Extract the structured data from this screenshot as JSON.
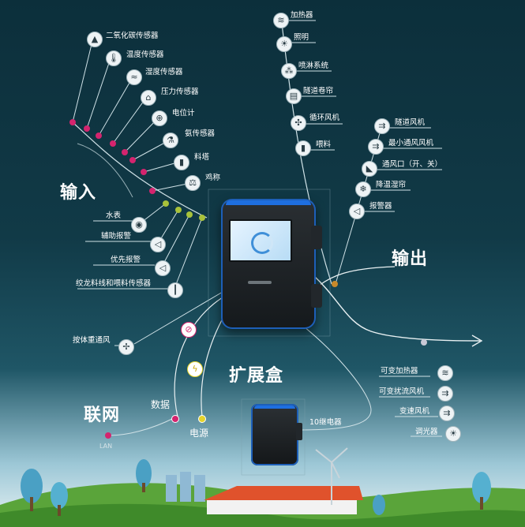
{
  "titles": {
    "input": "输入",
    "output": "输出",
    "expansion": "扩展盒",
    "network": "联网"
  },
  "input_items": [
    {
      "label": "二氧化碳传感器",
      "icon": "co2-sensor-icon"
    },
    {
      "label": "温度传感器",
      "icon": "thermometer-icon"
    },
    {
      "label": "湿度传感器",
      "icon": "humidity-icon"
    },
    {
      "label": "压力传感器",
      "icon": "pressure-gauge-icon"
    },
    {
      "label": "电位计",
      "icon": "potentiometer-icon"
    },
    {
      "label": "氨传感器",
      "icon": "ammonia-sensor-icon"
    },
    {
      "label": "料塔",
      "icon": "feed-silo-icon"
    },
    {
      "label": "鸡称",
      "icon": "bird-scale-icon"
    }
  ],
  "input_items_lower": [
    {
      "label": "水表",
      "icon": "water-meter-icon"
    },
    {
      "label": "辅助报警",
      "icon": "aux-alarm-icon"
    },
    {
      "label": "优先报警",
      "icon": "priority-alarm-icon"
    },
    {
      "label": "绞龙料线和喂料传感器",
      "icon": "auger-feed-sensor-icon"
    },
    {
      "label": "按体重通风",
      "icon": "weight-ventilation-icon"
    }
  ],
  "output_items_top": [
    {
      "label": "加热器",
      "icon": "heater-icon"
    },
    {
      "label": "照明",
      "icon": "lighting-icon"
    },
    {
      "label": "喷淋系统",
      "icon": "sprinkler-icon"
    },
    {
      "label": "隧道卷帘",
      "icon": "tunnel-curtain-icon"
    },
    {
      "label": "循环风机",
      "icon": "circulation-fan-icon"
    },
    {
      "label": "喂料",
      "icon": "feeding-icon"
    }
  ],
  "output_items_right": [
    {
      "label": "隧道风机",
      "icon": "tunnel-fan-icon"
    },
    {
      "label": "最小通风风机",
      "icon": "min-vent-fan-icon"
    },
    {
      "label": "通风口（开、关）",
      "icon": "vent-inlet-icon"
    },
    {
      "label": "降温湿帘",
      "icon": "cooling-pad-icon"
    },
    {
      "label": "报警器",
      "icon": "alarm-siren-icon"
    }
  ],
  "expansion_items": [
    {
      "label": "可变加热器",
      "icon": "variable-heater-icon"
    },
    {
      "label": "可变扰流风机",
      "icon": "variable-stir-fan-icon"
    },
    {
      "label": "变速风机",
      "icon": "variable-speed-fan-icon"
    },
    {
      "label": "调光器",
      "icon": "dimmer-icon"
    }
  ],
  "relay_label": "10继电器",
  "data_label": "数据",
  "power_label": "电源",
  "lan_label": "LAN",
  "colors": {
    "input_dot": "#d4246e",
    "lower_dot": "#a8c23a",
    "output_dot": "#c98a2a",
    "device_accent": "#1e6fe0"
  }
}
